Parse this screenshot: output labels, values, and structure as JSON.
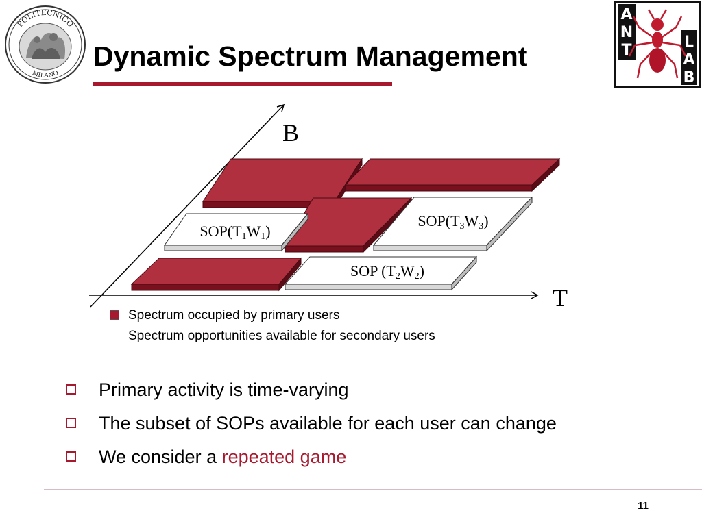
{
  "slide": {
    "title": "Dynamic Spectrum Management",
    "page_number": "11"
  },
  "logos": {
    "left": {
      "icon": "politecnico-milano-seal-icon",
      "text_top": "POLITECNICO",
      "text_bottom": "MILANO"
    },
    "right": {
      "icon": "ant-lab-logo-icon",
      "letters": [
        "A",
        "N",
        "T",
        "L",
        "A",
        "B"
      ]
    }
  },
  "diagram": {
    "axis_b": "B",
    "axis_t": "T",
    "sop_labels": [
      {
        "prefix": "SOP(T",
        "sub1": "1",
        "mid": "W",
        "sub2": "1",
        "suffix": ")"
      },
      {
        "prefix": "SOP(T",
        "sub1": "3",
        "mid": "W",
        "sub2": "3",
        "suffix": ")"
      },
      {
        "prefix": "SOP (T",
        "sub1": "2",
        "mid": "W",
        "sub2": "2",
        "suffix": ")"
      }
    ]
  },
  "legend": {
    "occupied": "Spectrum occupied by primary users",
    "opportunities": "Spectrum opportunities available for secondary users"
  },
  "bullets": [
    {
      "text": "Primary activity is time-varying",
      "highlight": ""
    },
    {
      "text": "The subset of SOPs available for each user can change",
      "highlight": ""
    },
    {
      "text": "We consider a ",
      "highlight": "repeated game"
    }
  ],
  "colors": {
    "accent": "#A6192E",
    "block_top": "#B0303F",
    "block_side": "#78101E",
    "empty_top": "#ffffff",
    "empty_side": "#cfcfcf"
  }
}
